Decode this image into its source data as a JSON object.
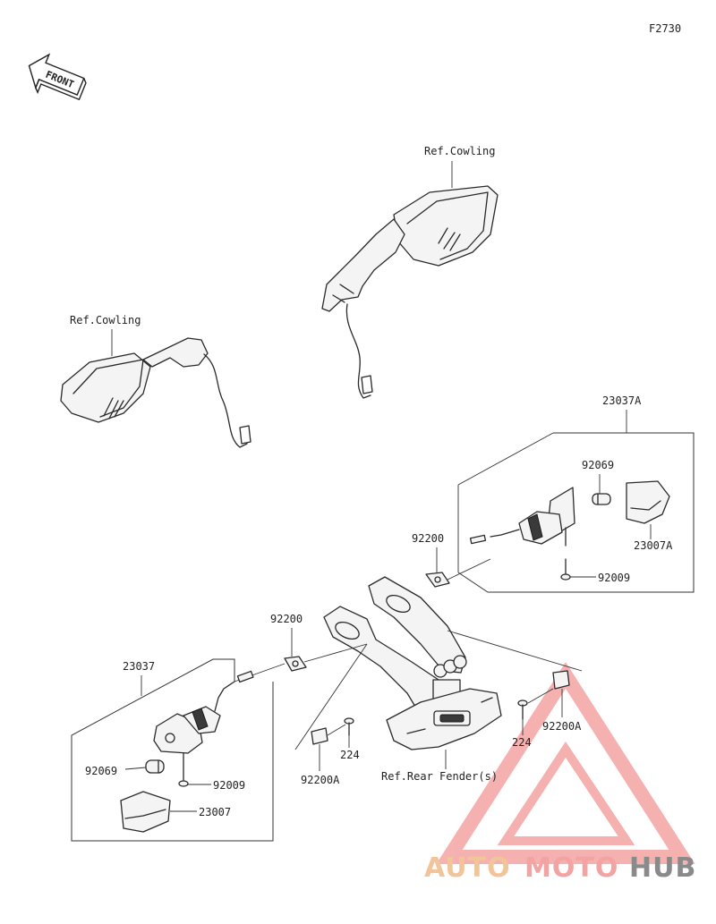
{
  "figure_code": "F2730",
  "front_label": "FRONT",
  "labels": {
    "ref_cowling_right": "Ref.Cowling",
    "ref_cowling_left": "Ref.Cowling",
    "ref_rear_fender": "Ref.Rear Fender(s)"
  },
  "right_signal": {
    "assembly": "23037A",
    "bulb": "92069",
    "lens": "23007A",
    "screw": "92009",
    "gasket": "92200"
  },
  "left_signal": {
    "assembly": "23037",
    "bulb": "92069",
    "screw": "92009",
    "lens": "23007",
    "gasket": "92200"
  },
  "fasteners": {
    "clip_left": "92200A",
    "bolt_left": "224",
    "clip_right": "92200A",
    "bolt_right": "224"
  },
  "watermark": {
    "auto": "AUTO",
    "moto": "MOTO",
    "hub": "HUB",
    "color_primary": "#f4a3a3",
    "color_secondary": "#f2c49a",
    "color_dark": "#8a8a8a"
  }
}
